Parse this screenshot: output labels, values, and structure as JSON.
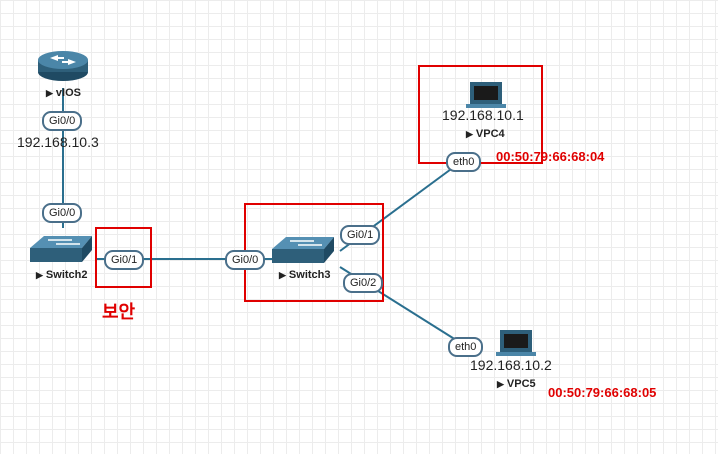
{
  "nodes": {
    "vios": {
      "name": "vIOS",
      "port": "Gi0/0",
      "ip": "192.168.10.3"
    },
    "switch2": {
      "name": "Switch2",
      "port_top": "Gi0/0",
      "port_right": "Gi0/1"
    },
    "switch3": {
      "name": "Switch3",
      "port_left": "Gi0/0",
      "port_upper": "Gi0/1",
      "port_lower": "Gi0/2"
    },
    "vpc4": {
      "name": "VPC4",
      "ip": "192.168.10.1",
      "port": "eth0",
      "mac": "00:50:79:66:68:04"
    },
    "vpc5": {
      "name": "VPC5",
      "ip": "192.168.10.2",
      "port": "eth0",
      "mac": "00:50:79:66:68:05"
    }
  },
  "annotation": {
    "label": "보안"
  },
  "colors": {
    "highlight": "#e00000",
    "link": "#2a6f8f",
    "device": "#2e5f7a"
  },
  "icons": {
    "vios": "router-icon",
    "switch2": "switch-icon",
    "switch3": "switch-icon",
    "vpc4": "computer-icon",
    "vpc5": "computer-icon"
  }
}
